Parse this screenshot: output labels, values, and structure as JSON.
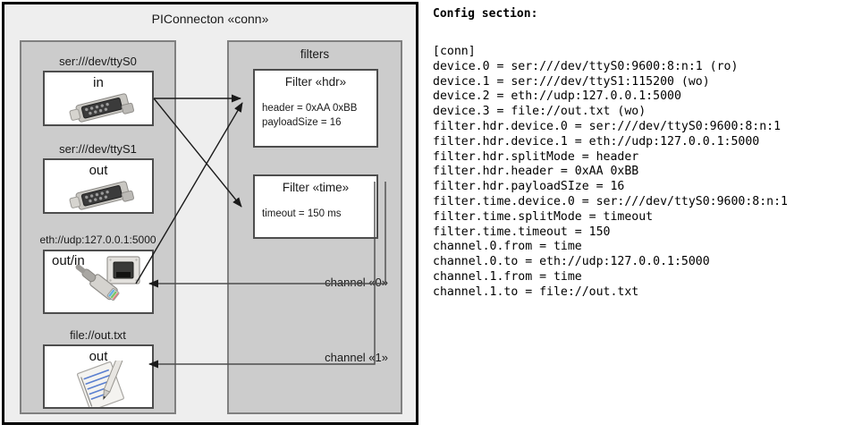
{
  "diagram": {
    "title": "PIConnecton «conn»",
    "groups": {
      "devices_title": "",
      "filters_title": "filters"
    },
    "devices": [
      {
        "label": "ser:///dev/ttyS0",
        "port": "in",
        "icon": "serial-db9-icon"
      },
      {
        "label": "ser:///dev/ttyS1",
        "port": "out",
        "icon": "serial-db9-icon"
      },
      {
        "label": "eth://udp:127.0.0.1:5000",
        "port": "out/in",
        "icon": "ethernet-rj45-icon"
      },
      {
        "label": "file://out.txt",
        "port": "out",
        "icon": "document-pen-icon"
      }
    ],
    "filters": [
      {
        "title": "Filter «hdr»",
        "attrs": [
          "header = 0xAA 0xBB",
          "payloadSize = 16"
        ]
      },
      {
        "title": "Filter «time»",
        "attrs": [
          "timeout = 150 ms"
        ]
      }
    ],
    "channels": [
      {
        "label": "channel «0»"
      },
      {
        "label": "channel «1»"
      }
    ]
  },
  "config": {
    "heading": "Config section:",
    "lines": [
      "[conn]",
      "device.0 = ser:///dev/ttyS0:9600:8:n:1 (ro)",
      "device.1 = ser:///dev/ttyS1:115200 (wo)",
      "device.2 = eth://udp:127.0.0.1:5000",
      "device.3 = file://out.txt (wo)",
      "filter.hdr.device.0 = ser:///dev/ttyS0:9600:8:n:1",
      "filter.hdr.device.1 = eth://udp:127.0.0.1:5000",
      "filter.hdr.splitMode = header",
      "filter.hdr.header = 0xAA 0xBB",
      "filter.hdr.payloadSIze = 16",
      "filter.time.device.0 = ser:///dev/ttyS0:9600:8:n:1",
      "filter.time.splitMode = timeout",
      "filter.time.timeout = 150",
      "channel.0.from = time",
      "channel.0.to = eth://udp:127.0.0.1:5000",
      "channel.1.from = time",
      "channel.1.to = file://out.txt"
    ]
  },
  "colors": {
    "page_bg": "#ffffff",
    "frame_bg": "#eeeeee",
    "group_bg": "#cccccc",
    "group_border": "#808080",
    "box_bg": "#ffffff",
    "box_border": "#4d4d4d",
    "outline": "#000000",
    "text": "#1a1a1a"
  }
}
